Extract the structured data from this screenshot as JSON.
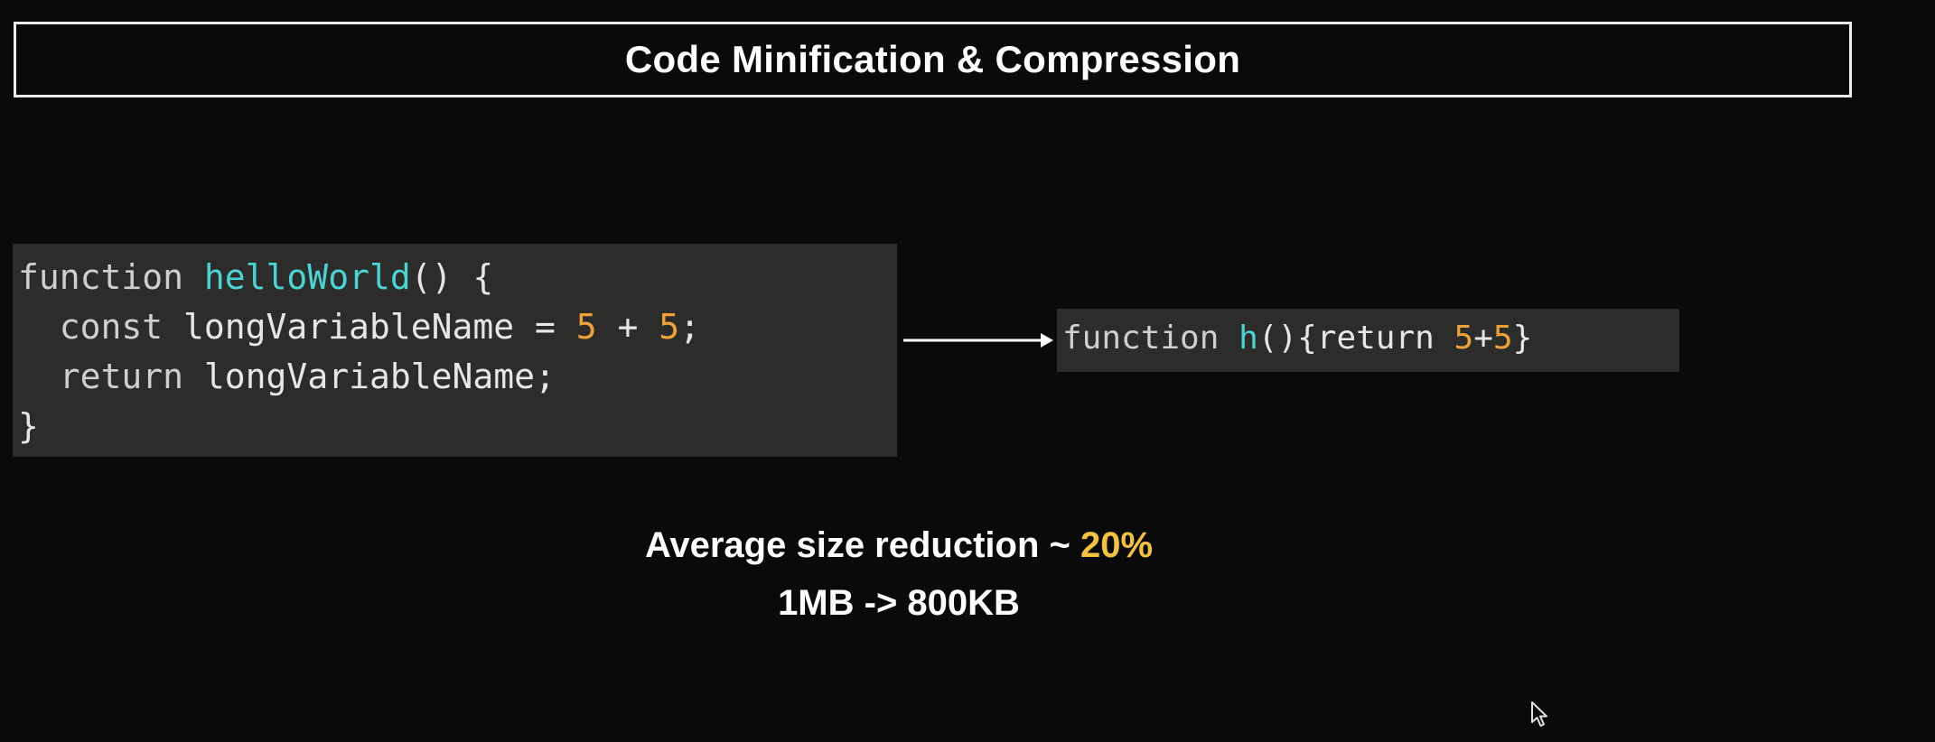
{
  "title": "Code Minification & Compression",
  "original_code": {
    "line1": {
      "keyword": "function",
      "name": "helloWorld",
      "rest": "() {"
    },
    "line2": {
      "indent": "  ",
      "keyword": "const",
      "mid": " longVariableName = ",
      "num1": "5",
      "op": " + ",
      "num2": "5",
      "end": ";"
    },
    "line3": {
      "indent": "  ",
      "keyword": "return",
      "rest": " longVariableName;"
    },
    "line4": {
      "rest": "}"
    }
  },
  "minified_code": {
    "keyword": "function",
    "name": "h",
    "mid": "(){return ",
    "num1": "5",
    "op": "+",
    "num2": "5",
    "end": "}"
  },
  "stats": {
    "reduction_label": "Average size reduction ~ ",
    "reduction_value": "20%",
    "size_change": "1MB -> 800KB"
  },
  "colors": {
    "function_name": "#4ad4d4",
    "number": "#f0a13a",
    "highlight": "#f4c33d",
    "code_bg": "#2c2d2b"
  },
  "icons": {
    "arrow": "right-arrow-icon",
    "cursor": "mouse-cursor-icon"
  }
}
